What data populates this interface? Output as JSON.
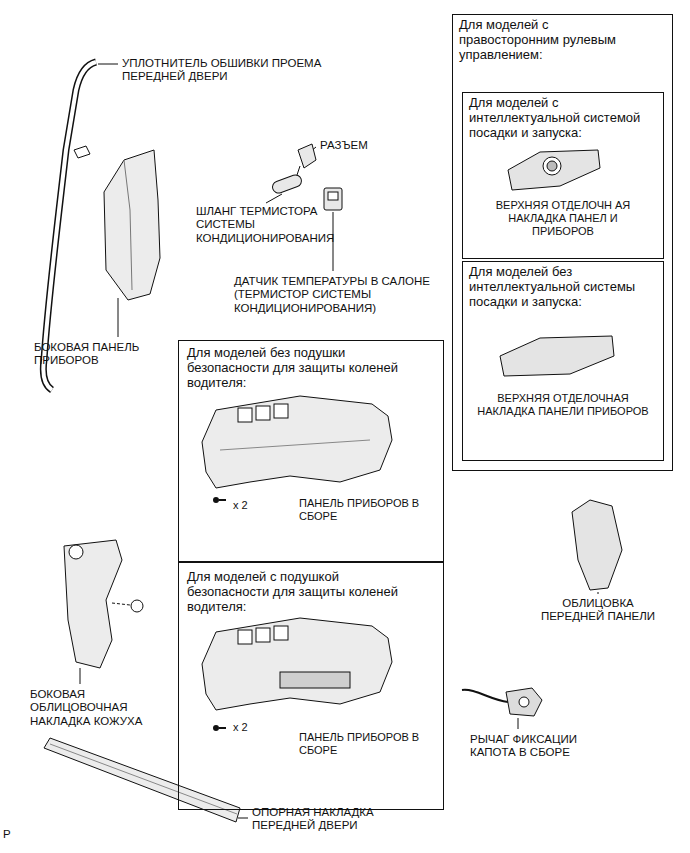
{
  "diagram": {
    "nodes": [
      {
        "text": [
          "Для моделей с правосторонним рулевым управлением:"
        ]
      },
      {
        "text": [
          "Для моделей с интеллектуальной системой посадки и запуска:",
          "ВЕРХНЯЯ ОТДЕЛОЧН АЯ НАКЛАДКА ПАНЕЛ И ПРИБОРОВ"
        ],
        "in": 0
      },
      {
        "text": [
          "Для моделей без интеллектуальной системы посадки и запуска:",
          "ВЕРХНЯЯ ОТДЕЛОЧНАЯ НАКЛАДКА ПАНЕЛИ ПРИБОРОВ"
        ],
        "in": 0
      },
      {
        "text": [
          "Для моделей без подушки безопасности для защиты коленей водителя:",
          "x 2",
          "ПАНЕЛЬ ПРИБОРОВ В СБОРЕ"
        ]
      },
      {
        "text": [
          "Для моделей с подушкой безопасности для защиты коленей водителя:",
          "x 2",
          "ПАНЕЛЬ ПРИБОРОВ В СБОРЕ"
        ]
      }
    ],
    "labels": [
      "УПЛОТНИТЕЛЬ ОБШИВКИ ПРОЕМА ПЕРЕДНЕЙ ДВЕРИ",
      "РАЗЪЕМ",
      "ШЛАНГ ТЕРМИСТОРА СИСТЕМЫ КОНДИЦИОНИРОВАНИЯ",
      "ДАТЧИК ТЕМПЕРАТУРЫ В САЛОНЕ (ТЕРМИСТОР СИСТЕМЫ КОНДИЦИОНИРОВАНИЯ)",
      "БОКОВАЯ ПАНЕЛЬ ПРИБОРОВ",
      "БОКОВАЯ ОБЛИЦОВОЧНАЯ НАКЛАДКА КОЖУХА",
      "ОБЛИЦОВКА ПЕРЕДНЕЙ ПАНЕЛИ",
      "РЫЧАГ ФИКСАЦИИ КАПОТА В СБОРЕ",
      "ОПОРНАЯ НАКЛАДКА ПЕРЕДНЕЙ ДВЕРИ",
      "P"
    ]
  }
}
